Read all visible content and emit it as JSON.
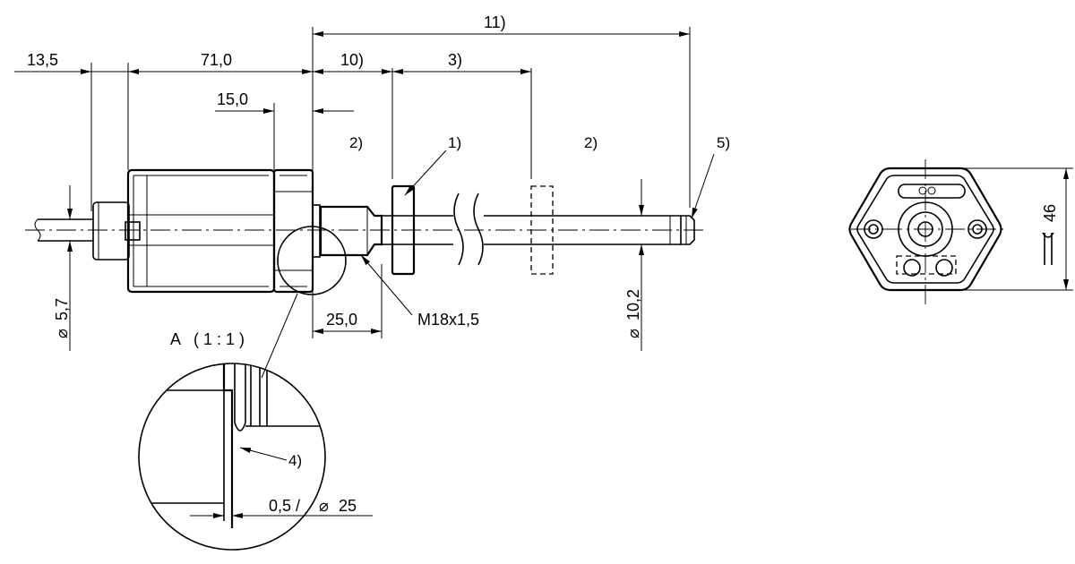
{
  "dimensions": {
    "cable_offset": "13,5",
    "housing_length": "71,0",
    "flange_length": "15,0",
    "note_10": "10)",
    "note_3": "3)",
    "note_11": "11)",
    "thread_length": "25,0",
    "thread": "M18x1,5",
    "cable_diameter": "5,7",
    "rod_diameter": "10,2",
    "width_across_flats": "46",
    "recess": "0,5 /",
    "recess_diameter": "25"
  },
  "notes": {
    "n1": "1)",
    "n2a": "2)",
    "n2b": "2)",
    "n4": "4)",
    "n5": "5)"
  },
  "detail": {
    "title": "A   ( 1 : 1 )"
  },
  "symbols": {
    "diameter": "⌀"
  }
}
